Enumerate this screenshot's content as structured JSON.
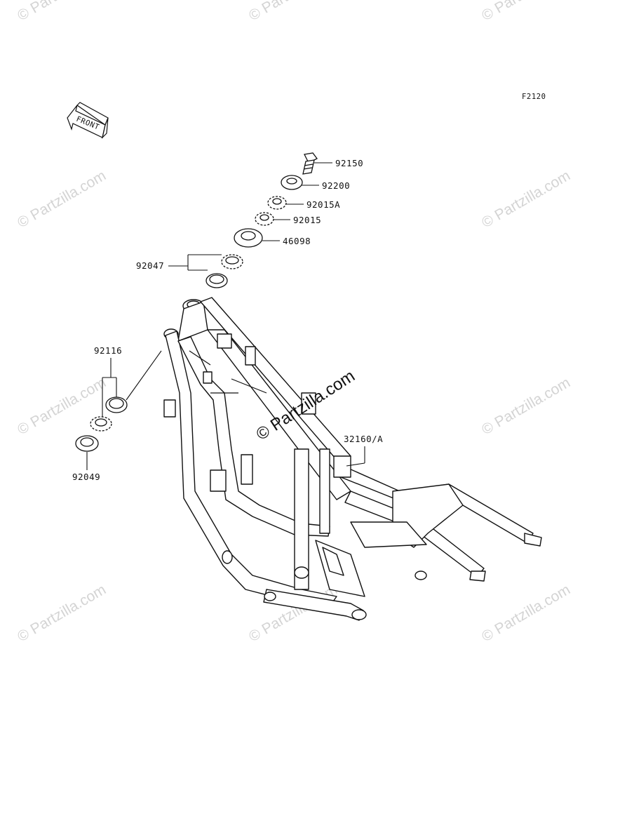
{
  "diagram": {
    "code": "F2120",
    "front_label": "FRONT",
    "watermark_center": "© Partzilla.com",
    "watermark_tile": "© Partzilla.com",
    "callouts": [
      {
        "id": "92150",
        "label": "92150"
      },
      {
        "id": "92200",
        "label": "92200"
      },
      {
        "id": "92015A",
        "label": "92015A"
      },
      {
        "id": "92015",
        "label": "92015"
      },
      {
        "id": "46098",
        "label": "46098"
      },
      {
        "id": "92047",
        "label": "92047"
      },
      {
        "id": "92116",
        "label": "92116"
      },
      {
        "id": "92049",
        "label": "92049"
      },
      {
        "id": "32160A",
        "label": "32160/A"
      }
    ]
  }
}
